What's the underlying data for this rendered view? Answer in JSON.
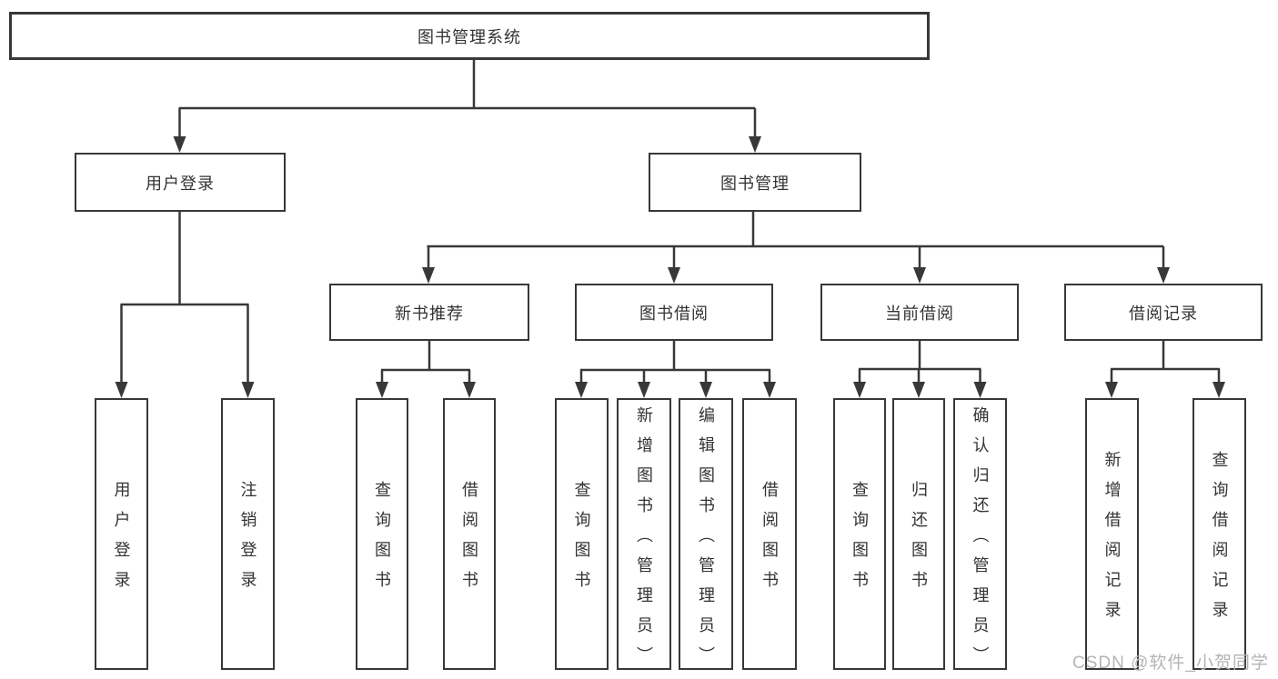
{
  "tree": {
    "label": "图书管理系统",
    "children": [
      {
        "label": "用户登录",
        "children": [
          {
            "label": "用户登录"
          },
          {
            "label": "注销登录"
          }
        ]
      },
      {
        "label": "图书管理",
        "children": [
          {
            "label": "新书推荐",
            "children": [
              {
                "label": "查询图书"
              },
              {
                "label": "借阅图书"
              }
            ]
          },
          {
            "label": "图书借阅",
            "children": [
              {
                "label": "查询图书"
              },
              {
                "label": "新增图书（管理员）"
              },
              {
                "label": "编辑图书（管理员）"
              },
              {
                "label": "借阅图书"
              }
            ]
          },
          {
            "label": "当前借阅",
            "children": [
              {
                "label": "查询图书"
              },
              {
                "label": "归还图书"
              },
              {
                "label": "确认归还（管理员）"
              }
            ]
          },
          {
            "label": "借阅记录",
            "children": [
              {
                "label": "新增借阅记录"
              },
              {
                "label": "查询借阅记录"
              }
            ]
          }
        ]
      }
    ]
  },
  "watermark": {
    "text": "CSDN @软件_小贺同学"
  },
  "colors": {
    "line": "#383838",
    "text": "#333333",
    "box_background": "#ffffff",
    "watermark": "#b4b4b4"
  }
}
